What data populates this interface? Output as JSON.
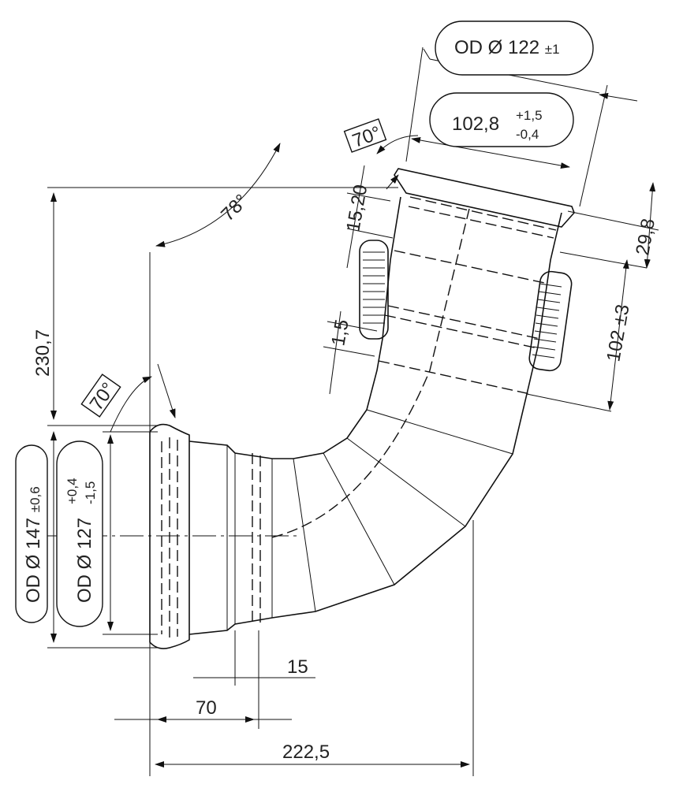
{
  "dimensions": {
    "outlet_od": {
      "prefix": "OD",
      "symbol": "Ø",
      "value": "122",
      "tol": "±1"
    },
    "outlet_id": {
      "value": "102,8",
      "tol_plus": "+1,5",
      "tol_minus": "-0,4"
    },
    "outlet_angle": "70°",
    "flange_height": "15,20",
    "bellows_offset": "29,8",
    "bellows_length": "102 ±3",
    "bellows_gap": "1,5",
    "bend_angle": "78°",
    "height": "230,7",
    "inlet_angle": "70°",
    "inlet_od": {
      "prefix": "OD",
      "symbol": "Ø",
      "value": "147",
      "tol": "±0,6"
    },
    "inlet_id": {
      "prefix": "OD",
      "symbol": "Ø",
      "value": "127",
      "tol_plus": "+0,4",
      "tol_minus": "-1,5"
    },
    "step_length": "15",
    "inlet_length": "70",
    "total_width": "222,5"
  }
}
